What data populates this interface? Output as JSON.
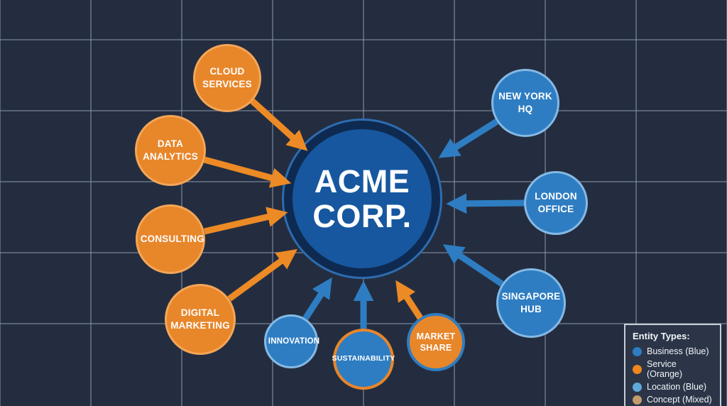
{
  "center_node": {
    "lines": [
      "ACME",
      "CORP."
    ],
    "full_label": "ACME CORP."
  },
  "nodes": {
    "cloud_services": {
      "label": "CLOUD SERVICES",
      "type": "service"
    },
    "data_analytics": {
      "label": "DATA ANALYTICS",
      "type": "service"
    },
    "consulting": {
      "label": "CONSULTING",
      "type": "service"
    },
    "digital_marketing": {
      "label": "DIGITAL MARKETING",
      "type": "service"
    },
    "new_york_hq": {
      "label": "NEW YORK HQ",
      "type": "location"
    },
    "london_office": {
      "label": "LONDON OFFICE",
      "type": "location"
    },
    "singapore_hub": {
      "label": "SINGAPORE HUB",
      "type": "location"
    },
    "innovation": {
      "label": "INNOVATION",
      "type": "concept-blue"
    },
    "sustainability": {
      "label": "SUSTAINABILITY",
      "type": "concept-mixed-blue-orange"
    },
    "market_share": {
      "label": "MARKET SHARE",
      "type": "concept-mixed-orange-blue"
    }
  },
  "edges": [
    {
      "from": "CLOUD SERVICES",
      "to": "ACME CORP.",
      "color": "orange"
    },
    {
      "from": "DATA ANALYTICS",
      "to": "ACME CORP.",
      "color": "orange"
    },
    {
      "from": "CONSULTING",
      "to": "ACME CORP.",
      "color": "orange"
    },
    {
      "from": "DIGITAL MARKETING",
      "to": "ACME CORP.",
      "color": "orange"
    },
    {
      "from": "NEW YORK HQ",
      "to": "ACME CORP.",
      "color": "blue"
    },
    {
      "from": "LONDON OFFICE",
      "to": "ACME CORP.",
      "color": "blue"
    },
    {
      "from": "SINGAPORE HUB",
      "to": "ACME CORP.",
      "color": "blue"
    },
    {
      "from": "INNOVATION",
      "to": "ACME CORP.",
      "color": "blue"
    },
    {
      "from": "SUSTAINABILITY",
      "to": "ACME CORP.",
      "color": "blue"
    },
    {
      "from": "MARKET SHARE",
      "to": "ACME CORP.",
      "color": "orange"
    }
  ],
  "legend": {
    "title": "Entity Types:",
    "items": [
      {
        "label": "Business (Blue)",
        "color": "#2e7cc4"
      },
      {
        "label": "Service (Orange)",
        "color": "#f0861c"
      },
      {
        "label": "Location (Blue)",
        "color": "#5fa8dc"
      },
      {
        "label": "Concept (Mixed)",
        "color": "#c49a6c"
      }
    ]
  },
  "colors": {
    "background": "#242d3f",
    "grid_line": "rgba(150,165,185,0.45)",
    "service_fill": "#e8862a",
    "service_border": "#f3a658",
    "business_fill": "#2e7dc2",
    "business_border": "#85b9e6",
    "center_fill": "#17579f",
    "center_ring": "#0f2a50",
    "center_outline": "#2d6cb0",
    "arrow_orange": "#ec8a25",
    "arrow_blue": "#2e7dc2",
    "legend_bg": "#2b3547",
    "legend_border": "#c7cdd6"
  }
}
